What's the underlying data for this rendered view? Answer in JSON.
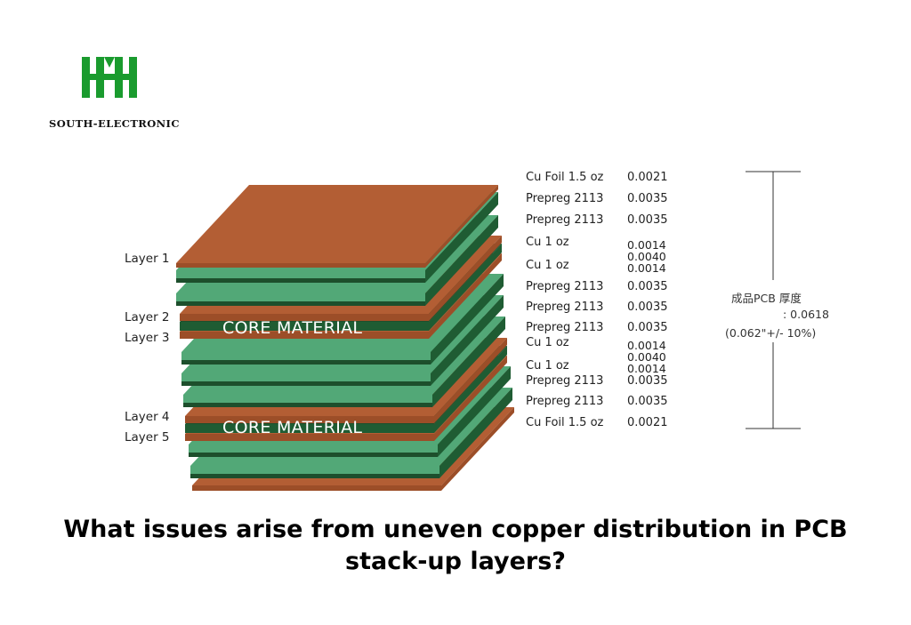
{
  "brand": {
    "name": "SOUTH-ELECTRONIC",
    "logo_color": "#1a9b2e"
  },
  "diagram": {
    "layer_labels": [
      "Layer 1",
      "Layer 2",
      "Layer 3",
      "Layer 4",
      "Layer 5"
    ],
    "core_labels": [
      "CORE MATERIAL",
      "CORE MATERIAL"
    ],
    "colors": {
      "copper": "#b35e34",
      "copper_side": "#9c4e28",
      "prepreg_top": "#52a877",
      "prepreg_side": "#1f5c33",
      "dark": "#1d4f2c"
    },
    "stack": [
      {
        "name": "Cu Foil 1.5 oz",
        "value": "0.0021"
      },
      {
        "name": "Prepreg 2113",
        "value": "0.0035"
      },
      {
        "name": "Prepreg 2113",
        "value": "0.0035"
      },
      {
        "name": "Cu 1 oz",
        "value": "0.0014"
      },
      {
        "name": "",
        "value": "0.0040"
      },
      {
        "name": "Cu 1 oz",
        "value": "0.0014"
      },
      {
        "name": "Prepreg 2113",
        "value": "0.0035"
      },
      {
        "name": "Prepreg 2113",
        "value": "0.0035"
      },
      {
        "name": "Prepreg 2113",
        "value": "0.0035"
      },
      {
        "name": "Cu 1 oz",
        "value": "0.0014"
      },
      {
        "name": "",
        "value": "0.0040"
      },
      {
        "name": "Cu 1 oz",
        "value": "0.0014"
      },
      {
        "name": "Prepreg 2113",
        "value": "0.0035"
      },
      {
        "name": "Prepreg 2113",
        "value": "0.0035"
      },
      {
        "name": "Cu Foil 1.5 oz",
        "value": "0.0021"
      }
    ],
    "thickness": {
      "label_cn": "成品PCB 厚度",
      "value": ": 0.0618",
      "tolerance": "(0.062\"+/- 10%)"
    }
  },
  "title": "What issues arise from uneven copper distribution in PCB stack-up layers?"
}
